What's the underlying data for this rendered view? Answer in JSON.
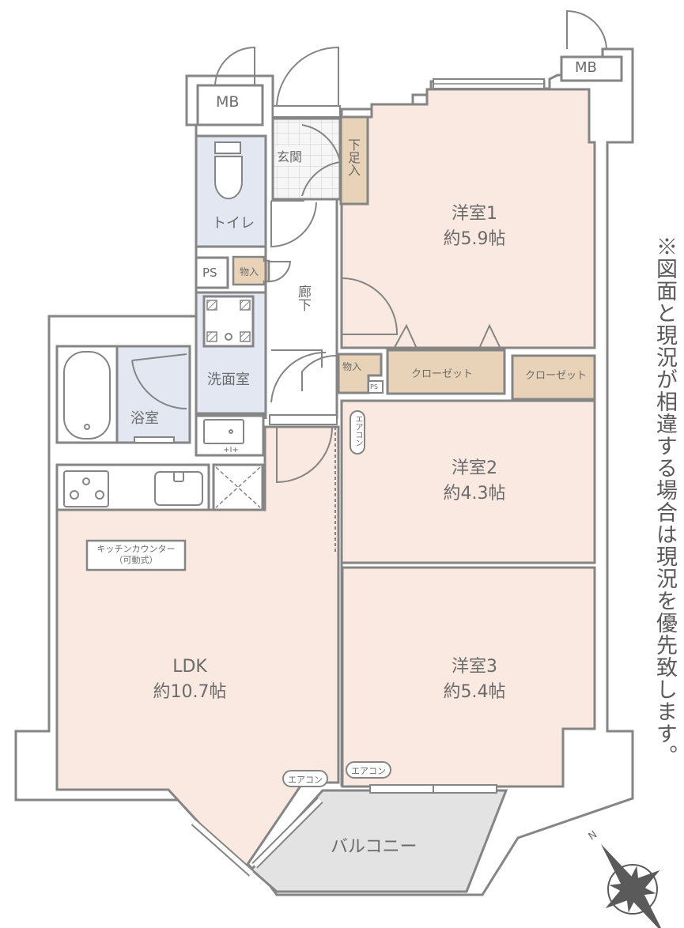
{
  "colors": {
    "wall": "#858585",
    "room_wet": "#e3e7f2",
    "room_living": "#fae9e0",
    "storage": "#e8d3b8",
    "balcony": "#e3e3e3",
    "entrance_tile": "#f4f4f4",
    "text": "#6b6b6b"
  },
  "rooms": {
    "western1": {
      "name": "洋室1",
      "size": "約5.9帖"
    },
    "western2": {
      "name": "洋室2",
      "size": "約4.3帖"
    },
    "western3": {
      "name": "洋室3",
      "size": "約5.4帖"
    },
    "ldk": {
      "name": "LDK",
      "size": "約10.7帖"
    },
    "entrance": {
      "name": "玄関"
    },
    "shoe_storage": {
      "name": "下足入"
    },
    "toilet": {
      "name": "トイレ"
    },
    "hallway": {
      "name": "廊下"
    },
    "washroom": {
      "name": "洗面室"
    },
    "bathroom": {
      "name": "浴室"
    },
    "balcony": {
      "name": "バルコニー"
    }
  },
  "fixtures": {
    "mb_left": "MB",
    "mb_right": "MB",
    "ps_left": "PS",
    "ps_small": "PS",
    "storage_1": "物入",
    "storage_2": "物入",
    "closet_1": "クローゼット",
    "closet_2": "クローゼット",
    "aircon_1": "エアコン",
    "aircon_2": "エアコン",
    "aircon_3": "エアコン",
    "kitchen_counter_line1": "キッチンカウンター",
    "kitchen_counter_line2": "（可動式）"
  },
  "compass": {
    "north_label": "N",
    "icon": "compass-rose-icon"
  },
  "note": "※図面と現況が相違する場合は現況を優先致します。"
}
